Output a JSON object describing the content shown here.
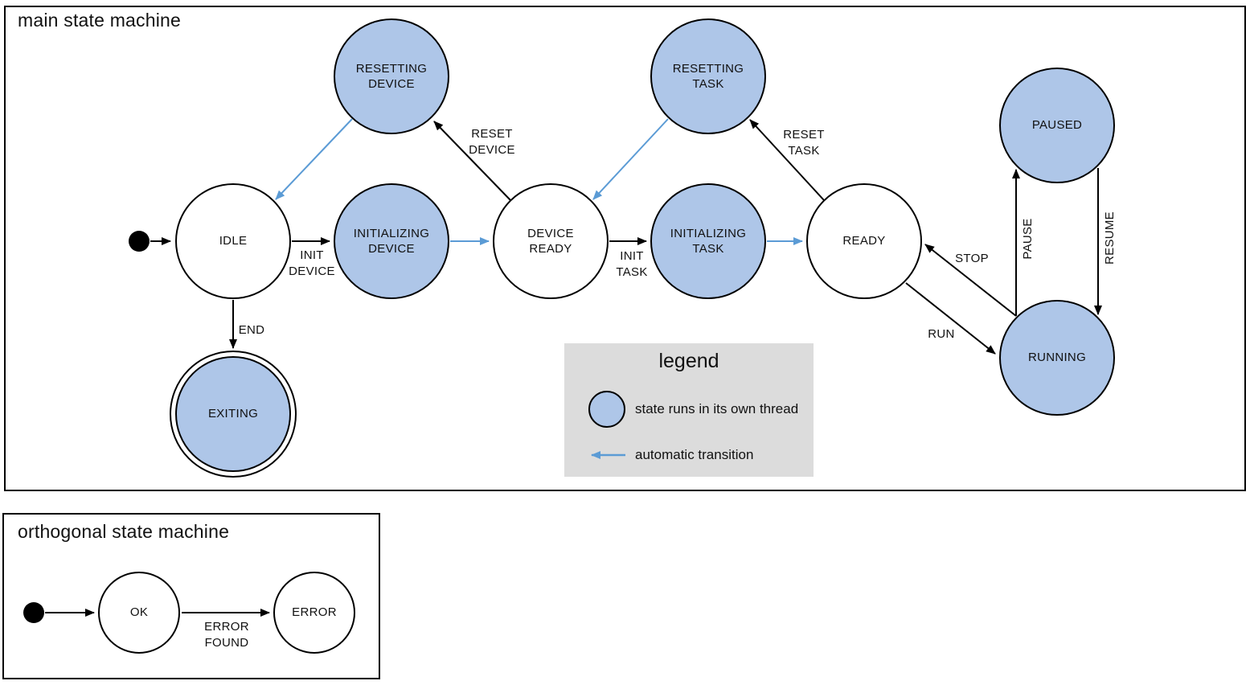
{
  "colors": {
    "threaded_state_fill": "#aec6e8",
    "state_stroke": "#000000",
    "auto_transition": "#5b9bd5",
    "legend_bg": "#dcdcdc"
  },
  "main_machine": {
    "title": "main state machine",
    "states": {
      "idle": {
        "label": "IDLE"
      },
      "initializing_device": {
        "label": "INITIALIZING\nDEVICE"
      },
      "device_ready": {
        "label": "DEVICE\nREADY"
      },
      "initializing_task": {
        "label": "INITIALIZING\nTASK"
      },
      "ready": {
        "label": "READY"
      },
      "resetting_device": {
        "label": "RESETTING\nDEVICE"
      },
      "resetting_task": {
        "label": "RESETTING\nTASK"
      },
      "paused": {
        "label": "PAUSED"
      },
      "running": {
        "label": "RUNNING"
      },
      "exiting": {
        "label": "EXITING"
      }
    },
    "transitions": {
      "init_device": {
        "label": "INIT\nDEVICE"
      },
      "reset_device": {
        "label": "RESET\nDEVICE"
      },
      "init_task": {
        "label": "INIT\nTASK"
      },
      "reset_task": {
        "label": "RESET\nTASK"
      },
      "run": {
        "label": "RUN"
      },
      "stop": {
        "label": "STOP"
      },
      "pause": {
        "label": "PAUSE"
      },
      "resume": {
        "label": "RESUME"
      },
      "end": {
        "label": "END"
      }
    }
  },
  "legend": {
    "title": "legend",
    "threaded_item": "state runs in its own thread",
    "auto_item": "automatic transition"
  },
  "orthogonal_machine": {
    "title": "orthogonal state machine",
    "states": {
      "ok": {
        "label": "OK"
      },
      "error": {
        "label": "ERROR"
      }
    },
    "transitions": {
      "error_found": {
        "label": "ERROR\nFOUND"
      }
    }
  }
}
